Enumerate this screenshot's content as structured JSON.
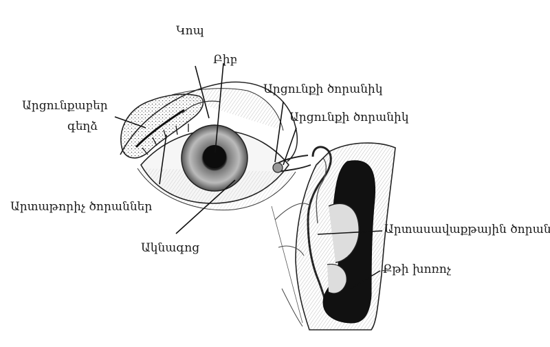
{
  "diagram": {
    "labels": {
      "kop": "Կոպ",
      "bib": "Բիբ",
      "gland_line1": "Արցունքաբեր",
      "gland_line2": "գեղձ",
      "punctum_upper": "Արցունքի ծորանիկ",
      "punctum_lower": "Արցունքի ծորանիկ",
      "excretory_ducts": "Արտաթորիչ ծորաններ",
      "conjunctiva": "Ակնագոց",
      "nasolacrimal_duct": "Արտասավաքթային ծորան",
      "nasal_cavity": "Քթի խոռոչ"
    }
  }
}
